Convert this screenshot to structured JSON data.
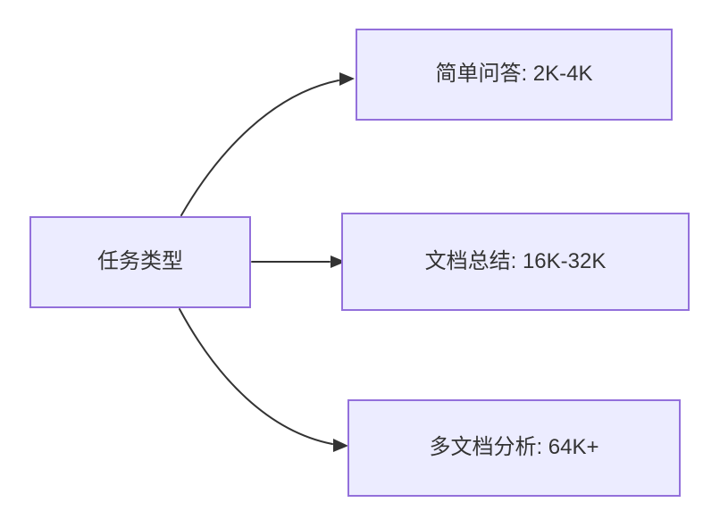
{
  "diagram": {
    "type": "flowchart",
    "direction": "left-to-right",
    "nodes": {
      "root": {
        "id": "task-type",
        "label": "任务类型"
      },
      "branch1": {
        "id": "simple-qa",
        "label": "简单问答: 2K-4K"
      },
      "branch2": {
        "id": "doc-summary",
        "label": "文档总结: 16K-32K"
      },
      "branch3": {
        "id": "multi-doc",
        "label": "多文档分析: 64K+"
      }
    },
    "edges": [
      {
        "from": "task-type",
        "to": "simple-qa",
        "style": "curved-up"
      },
      {
        "from": "task-type",
        "to": "doc-summary",
        "style": "straight"
      },
      {
        "from": "task-type",
        "to": "multi-doc",
        "style": "curved-down"
      }
    ],
    "colors": {
      "background": "#ffffff",
      "node_fill": "#ECECFF",
      "node_border": "#9370DB",
      "edge_line": "#333333",
      "text": "#333333"
    }
  }
}
